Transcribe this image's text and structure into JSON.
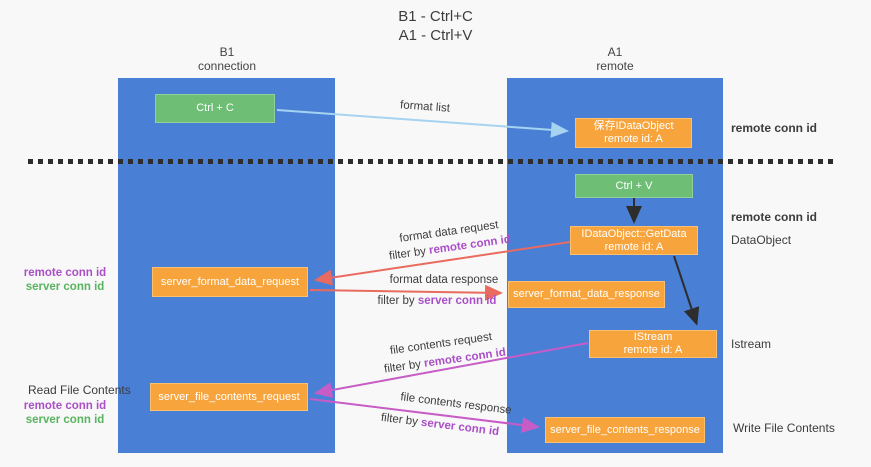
{
  "title": {
    "line1": "B1 - Ctrl+C",
    "line2": "A1 - Ctrl+V"
  },
  "lanes": {
    "left": {
      "name": "B1",
      "subtitle": "connection"
    },
    "right": {
      "name": "A1",
      "subtitle": "remote"
    }
  },
  "nodes": {
    "ctrl_c": {
      "label": "Ctrl + C"
    },
    "ctrl_v": {
      "label": "Ctrl + V"
    },
    "save_dataobject": {
      "line1": "保存IDataObject",
      "line2": "remote id: A"
    },
    "getdata": {
      "line1": "IDataObject::GetData",
      "line2": "remote id: A"
    },
    "istream": {
      "line1": "IStream",
      "line2": "remote id: A"
    },
    "format_request": {
      "label": "server_format_data_request"
    },
    "format_response": {
      "label": "server_format_data_response"
    },
    "file_request": {
      "label": "server_file_contents_request"
    },
    "file_response": {
      "label": "server_file_contents_response"
    }
  },
  "edges": {
    "format_list": {
      "label": "format list"
    },
    "format_data_request": {
      "label": "format data request",
      "filter_prefix": "filter by ",
      "filter_key": "remote conn id"
    },
    "format_data_response": {
      "label": "format data response",
      "filter_prefix": "filter by ",
      "filter_key": "server conn id"
    },
    "file_contents_request": {
      "label": "file contents request",
      "filter_prefix": "filter by ",
      "filter_key": "remote conn id"
    },
    "file_contents_response": {
      "label": "file contents response",
      "filter_prefix": "filter by ",
      "filter_key": "server conn id"
    }
  },
  "side_labels": {
    "right_remote_top": "remote conn id",
    "right_remote_mid": "remote conn id",
    "dataobject": "DataObject",
    "istream": "Istream",
    "write_file_contents": "Write File Contents",
    "left_remote_1": "remote conn id",
    "left_server_1": "server conn id",
    "read_file_contents": "Read File Contents",
    "left_remote_2": "remote conn id",
    "left_server_2": "server conn id"
  },
  "colors": {
    "lane_blue": "#4a7fd6",
    "node_green": "#6fbe76",
    "node_orange": "#f8a43d",
    "arrow_lightblue": "#a5d3f0",
    "arrow_salmon": "#e96a5e",
    "arrow_magenta": "#c75cc7",
    "arrow_black": "#2d2d2d",
    "label_purple": "#ab4fc8",
    "label_green": "#58b45f"
  }
}
